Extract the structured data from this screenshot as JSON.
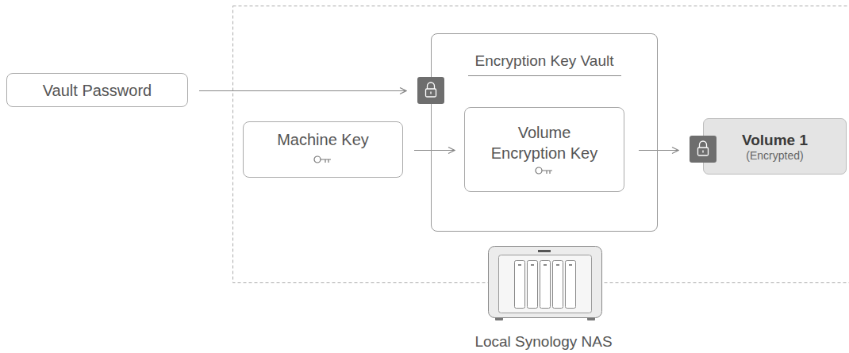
{
  "diagram": {
    "nodes": [
      {
        "text": [
          "Vault Password"
        ]
      },
      {
        "text": [
          "Local Synology NAS"
        ]
      },
      {
        "text": [
          "Machine Key"
        ],
        "in": 1
      },
      {
        "text": [
          "Encryption Key Vault"
        ],
        "in": 1
      },
      {
        "text": [
          "Volume Encryption Key"
        ],
        "in": 3
      },
      {
        "text": [
          "Volume 1",
          "(Encrypted)"
        ],
        "in": 1
      }
    ],
    "edges": [
      {
        "from": 0,
        "to": 3,
        "arrow": "to"
      },
      {
        "from": 2,
        "to": 4,
        "arrow": "to"
      },
      {
        "from": 4,
        "to": 5,
        "arrow": "to"
      }
    ]
  }
}
